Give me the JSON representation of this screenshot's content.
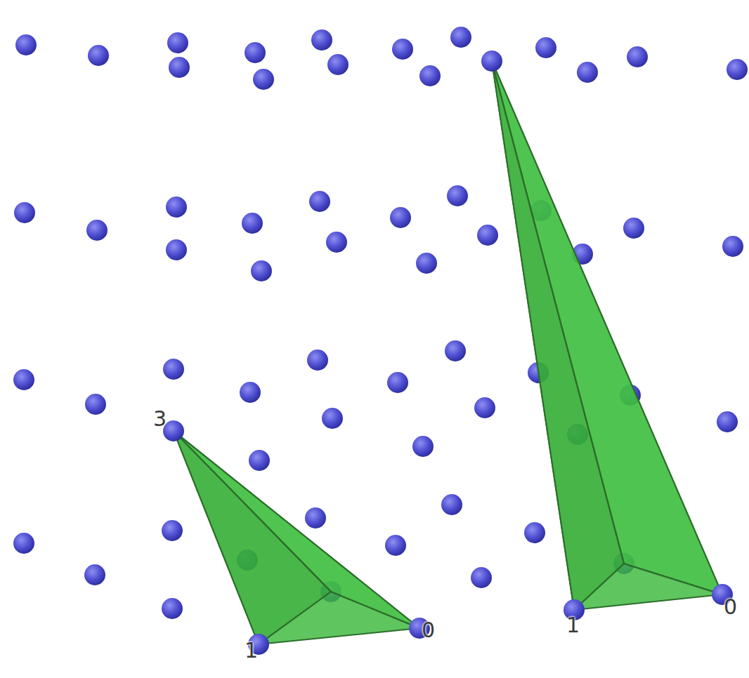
{
  "diagram": {
    "labels": [
      "3",
      "1",
      "0",
      "1",
      "0"
    ]
  }
}
